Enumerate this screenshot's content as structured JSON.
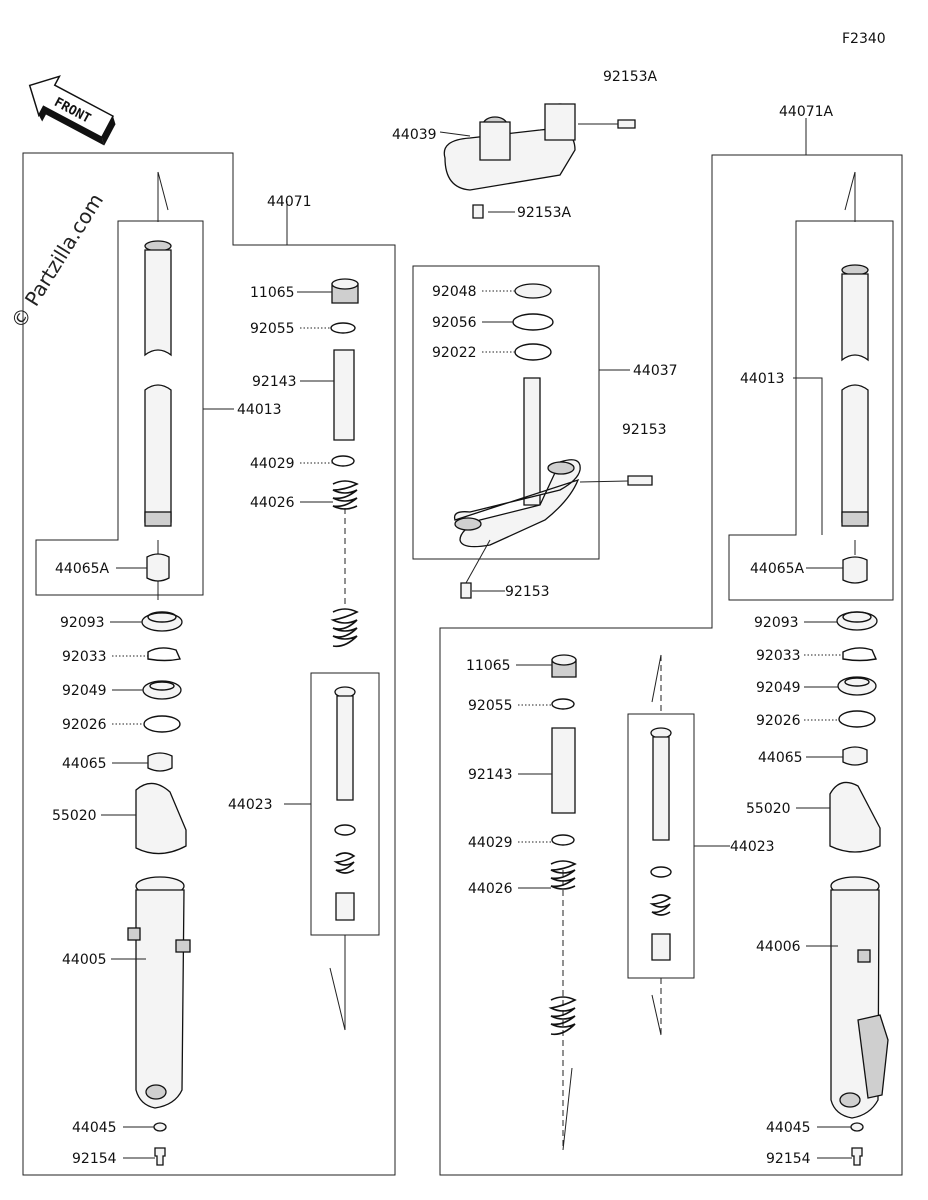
{
  "figure_code": "F2340",
  "watermark": "© Partzilla.com",
  "front_label": "FRONT",
  "labels": {
    "p92153A_top": "92153A",
    "p44071A": "44071A",
    "p44039": "44039",
    "p92153A_bot": "92153A",
    "p44071": "44071",
    "p11065_l": "11065",
    "p92055_l": "92055",
    "p92143_l": "92143",
    "p44029_l": "44029",
    "p44026_l": "44026",
    "p44013_l": "44013",
    "p44065A_l": "44065A",
    "p92093_l": "92093",
    "p92033_l": "92033",
    "p92049_l": "92049",
    "p92026_l": "92026",
    "p44065_l": "44065",
    "p55020_l": "55020",
    "p44023_l": "44023",
    "p44005": "44005",
    "p44045_l": "44045",
    "p92154_l": "92154",
    "p92048": "92048",
    "p92056": "92056",
    "p92022": "92022",
    "p44037": "44037",
    "p92153_r": "92153",
    "p92153_b": "92153",
    "p44013_r": "44013",
    "p44065A_r": "44065A",
    "p92093_r": "92093",
    "p92033_r": "92033",
    "p92049_r": "92049",
    "p92026_r": "92026",
    "p44065_r": "44065",
    "p55020_r": "55020",
    "p11065_r": "11065",
    "p92055_r": "92055",
    "p92143_r": "92143",
    "p44029_r": "44029",
    "p44026_r": "44026",
    "p44023_r": "44023",
    "p44006": "44006",
    "p44045_r": "44045",
    "p92154_r": "92154"
  }
}
